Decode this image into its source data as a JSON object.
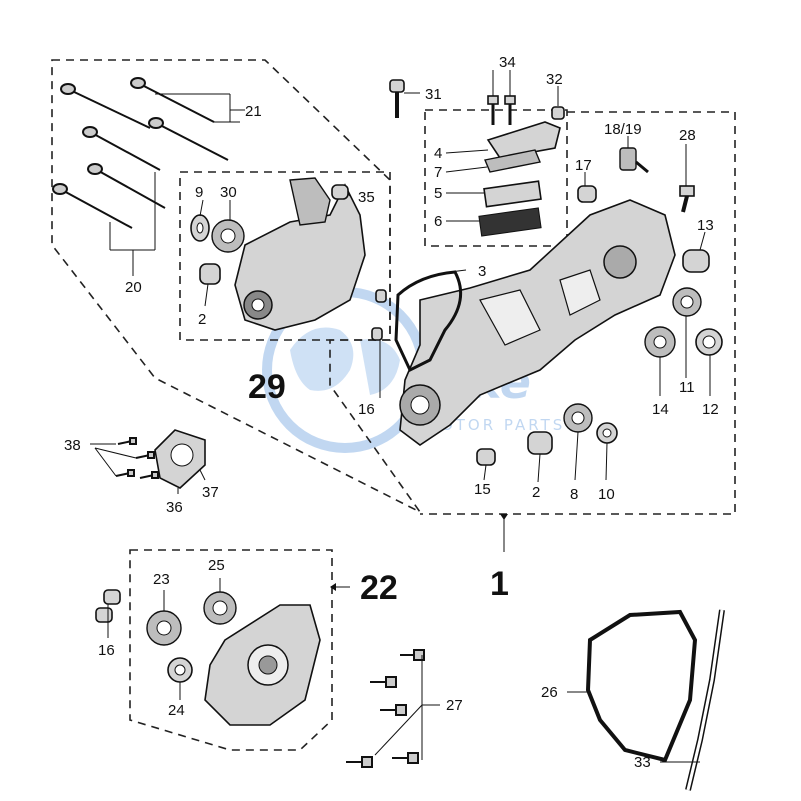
{
  "watermark": {
    "brand": "Bike",
    "sub": "MOTOR PARTS",
    "color": "#8fb8e6"
  },
  "assemblies": {
    "crankcase_left": "1",
    "crankcase_right": "29",
    "cover": "22"
  },
  "callouts": {
    "n1": "1",
    "n2a": "2",
    "n2b": "2",
    "n3": "3",
    "n4": "4",
    "n5": "5",
    "n6": "6",
    "n7": "7",
    "n8": "8",
    "n9": "9",
    "n10": "10",
    "n11": "11",
    "n12": "12",
    "n13": "13",
    "n14": "14",
    "n15": "15",
    "n16a": "16",
    "n16b": "16",
    "n17": "17",
    "n18": "18/19",
    "n20": "20",
    "n21": "21",
    "n23": "23",
    "n24": "24",
    "n25": "25",
    "n26": "26",
    "n27": "27",
    "n28": "28",
    "n30": "30",
    "n31": "31",
    "n32": "32",
    "n33": "33",
    "n34": "34",
    "n35": "35",
    "n36": "36",
    "n37": "37",
    "n38": "38"
  }
}
